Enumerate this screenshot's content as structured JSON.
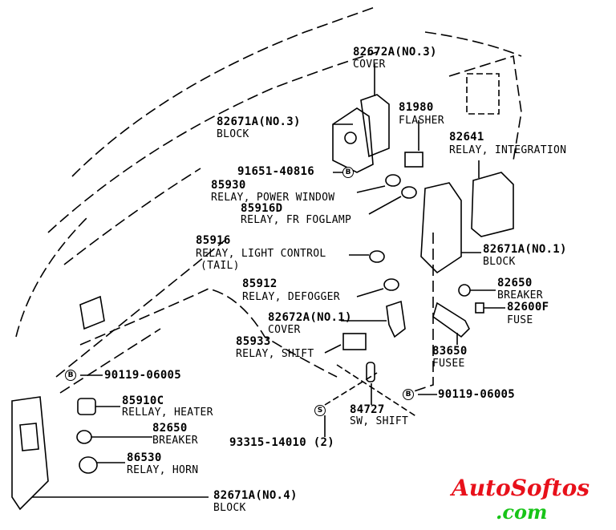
{
  "parts": {
    "cover_no3": {
      "number": "82672A(NO.3)",
      "name": "COVER"
    },
    "block_no3": {
      "number": "82671A(NO.3)",
      "name": "BLOCK"
    },
    "flasher": {
      "number": "81980",
      "name": "FLASHER"
    },
    "relay_integration": {
      "number": "82641",
      "name": "RELAY, INTEGRATION"
    },
    "bolt_top": {
      "number": "91651-40816",
      "marker": "B"
    },
    "relay_power_window": {
      "number": "85930",
      "name": "RELAY, POWER WINDOW"
    },
    "relay_fr_foglamp": {
      "number": "85916D",
      "name": "RELAY, FR FOGLAMP"
    },
    "relay_light_control": {
      "number": "85916",
      "name": "RELAY, LIGHT CONTROL",
      "note": "(TAIL)"
    },
    "block_no1": {
      "number": "82671A(NO.1)",
      "name": "BLOCK"
    },
    "relay_defogger": {
      "number": "85912",
      "name": "RELAY, DEFOGGER"
    },
    "breaker_right": {
      "number": "82650",
      "name": "BREAKER"
    },
    "fuse": {
      "number": "82600F",
      "name": "FUSE"
    },
    "cover_no1": {
      "number": "82672A(NO.1)",
      "name": "COVER"
    },
    "relay_shift": {
      "number": "85933",
      "name": "RELAY, SHIFT"
    },
    "fusee": {
      "number": "83650",
      "name": "FUSEE"
    },
    "bolt_left": {
      "number": "90119-06005",
      "marker": "B"
    },
    "bolt_right": {
      "number": "90119-06005",
      "marker": "B"
    },
    "relay_heater": {
      "number": "85910C",
      "name": "RELLAY, HEATER"
    },
    "sw_shift": {
      "number": "84727",
      "name": "SW, SHIFT"
    },
    "screw": {
      "number": "93315-14010 (2)",
      "marker": "S"
    },
    "breaker_left": {
      "number": "82650",
      "name": "BREAKER"
    },
    "relay_horn": {
      "number": "86530",
      "name": "RELAY, HORN"
    },
    "block_no4": {
      "number": "82671A(NO.4)",
      "name": "BLOCK"
    }
  },
  "watermark": {
    "line1": "AutoSoftos",
    "line2": ".com",
    "color1": "#e8101a",
    "color2": "#18c418"
  }
}
